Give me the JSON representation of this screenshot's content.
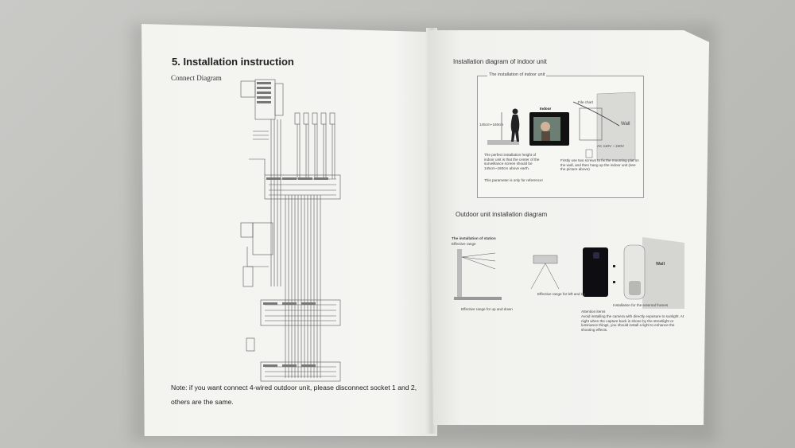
{
  "left_page": {
    "title": "5. Installation instruction",
    "subtitle": "Connect Diagram",
    "note": "Note: if you want connect 4-wired outdoor unit, please disconnect socket 1 and 2, others are the same."
  },
  "right_page": {
    "indoor_title": "Installation diagram of indoor unit",
    "indoor_box_label": "The installation of indoor unit",
    "indoor_label": "Indoor",
    "wall_label": "Wall",
    "ac_label": "AC 110V ~ 240V",
    "height_label": "145cm~160cm",
    "file_label": "File chart",
    "indoor_desc": "The perfect installation height of indoor unit is that the center of the surveillance screen should be 145cm~160cm above earth.",
    "indoor_ref": "This parameter is only for reference!",
    "indoor_mount": "Firstly use two screws to fix the mounting plat on the wall, and then hang up the indoor unit (see the picture above)",
    "outdoor_title": "Outdoor unit installation diagram",
    "station_label": "The installation of station",
    "effective_label": "Effective range",
    "range_label": "Effective range for up and down",
    "range_lr_label": "Effective range for left and rig",
    "outdoor_wall_label": "Wall",
    "frame_label": "Installation for the external frames",
    "attention_title": "Attention items",
    "attention_text": "Avoid installing the camera with directly exposure to sunlight. At night when the capture back is shone by the streetlight or luminance things, you should install a light to enhance the shooting effects."
  }
}
